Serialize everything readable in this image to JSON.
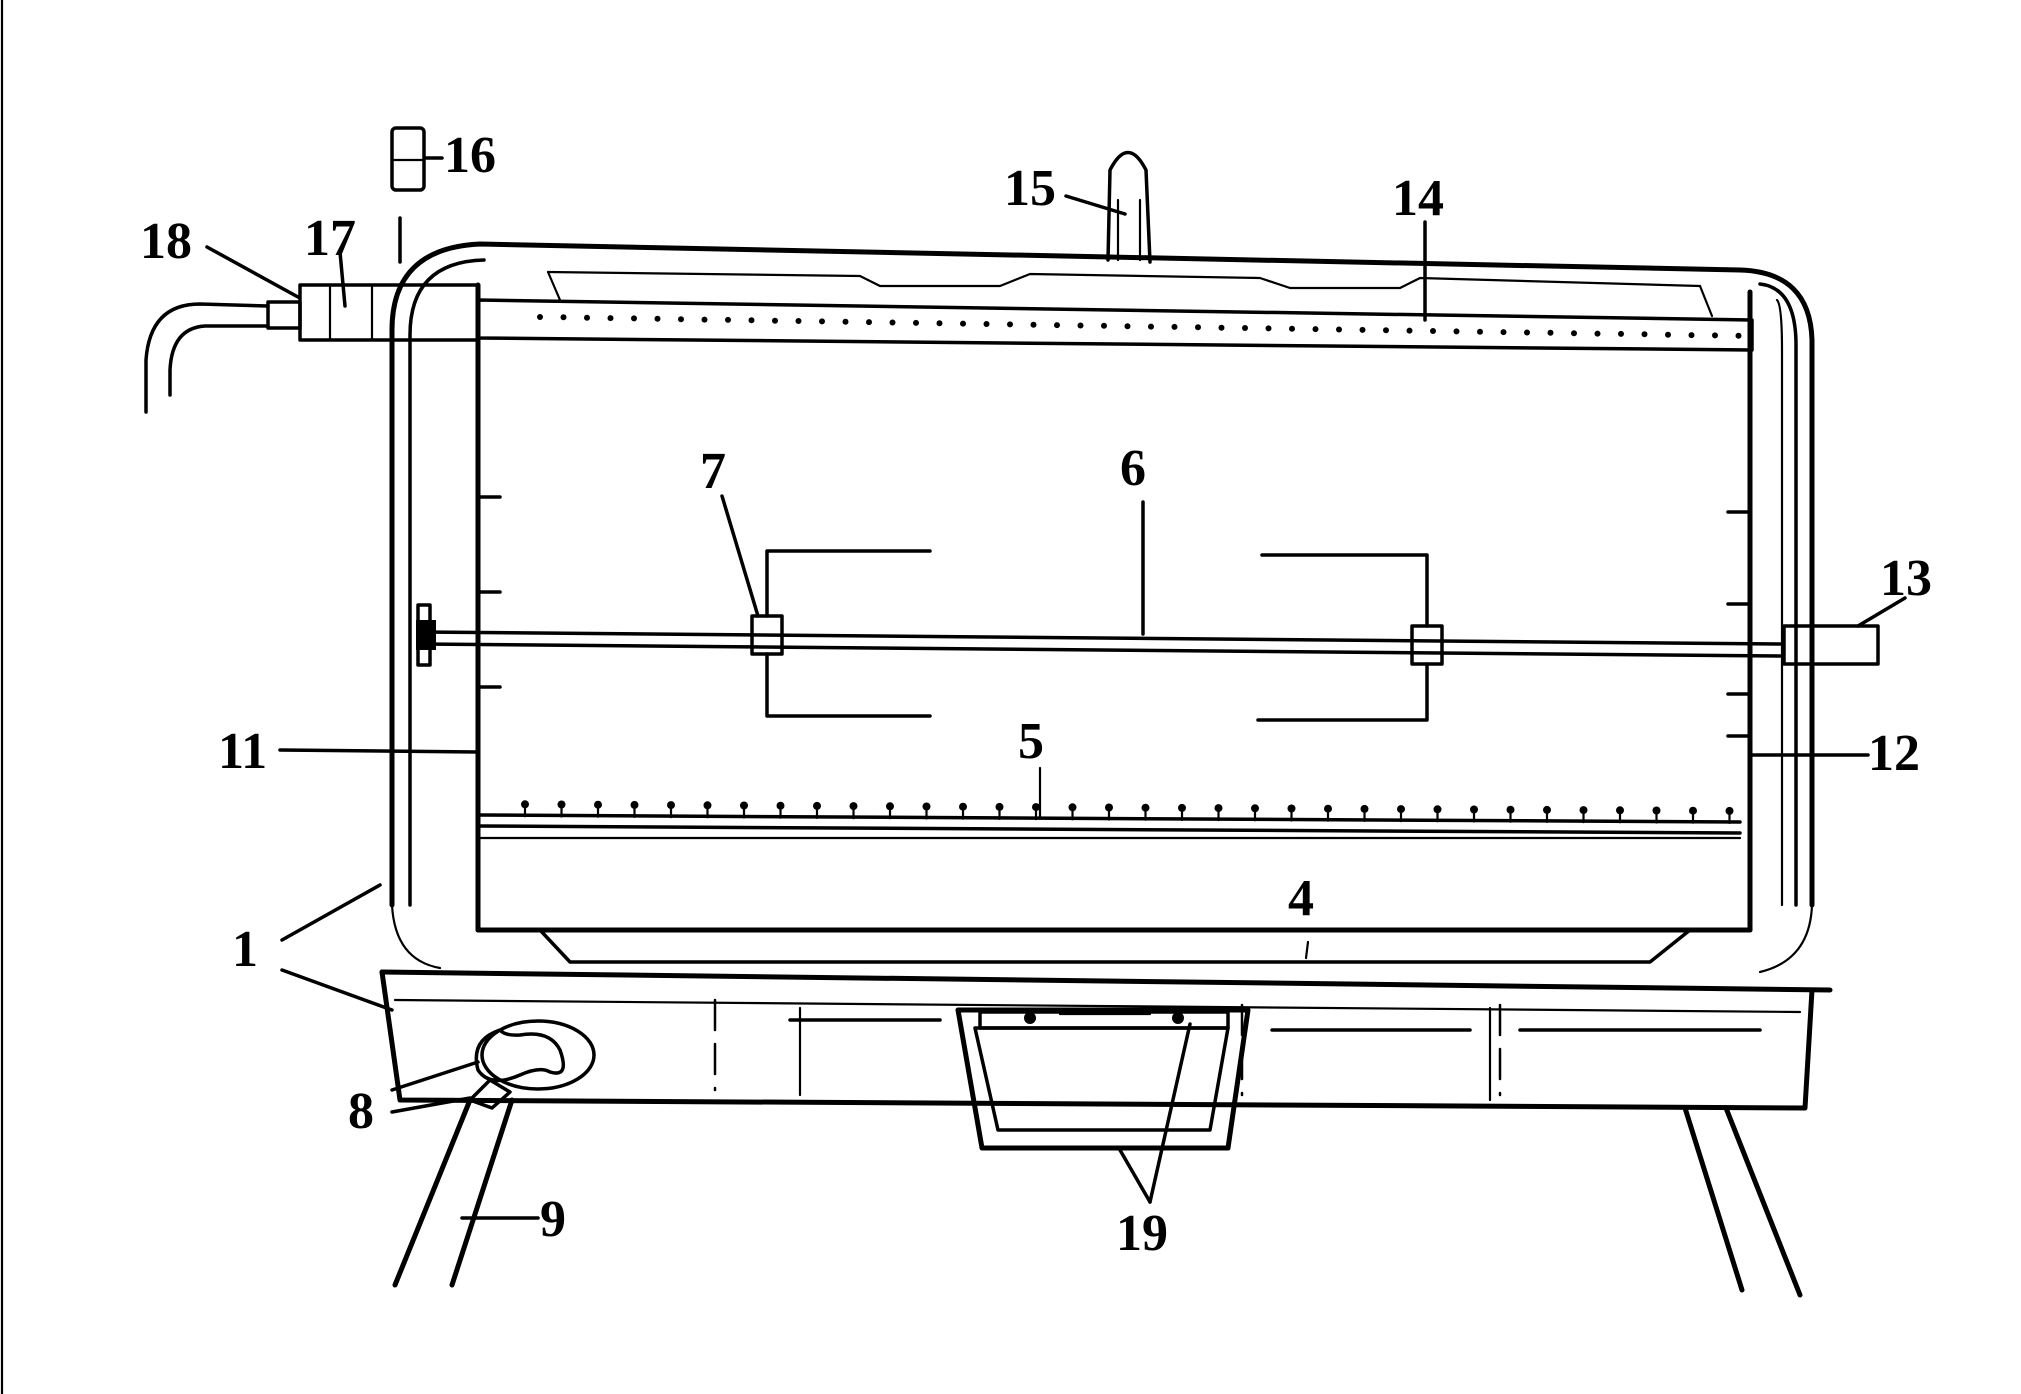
{
  "labels": {
    "l1": "1",
    "l4": "4",
    "l5": "5",
    "l6": "6",
    "l7": "7",
    "l8": "8",
    "l9": "9",
    "l11": "11",
    "l12": "12",
    "l13": "13",
    "l14": "14",
    "l15": "15",
    "l16": "16",
    "l17": "17",
    "l18": "18",
    "l19": "19"
  },
  "colors": {
    "ink": "#000000",
    "paper": "#ffffff"
  }
}
